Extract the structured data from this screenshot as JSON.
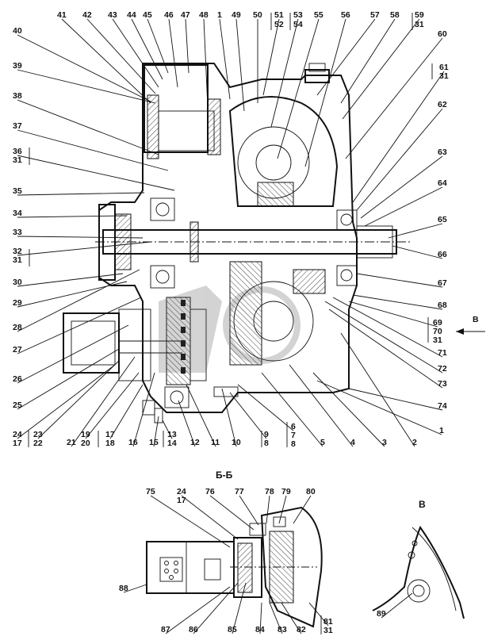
{
  "main_view": {
    "top_labels": [
      "41",
      "42",
      "43",
      "44",
      "45",
      "46",
      "47",
      "48",
      "1",
      "49",
      "50",
      "51",
      "52",
      "53",
      "54",
      "55",
      "56",
      "57",
      "58",
      "59",
      "31"
    ],
    "right_labels": [
      "60",
      "61",
      "31",
      "62",
      "63",
      "64",
      "65",
      "66",
      "67",
      "68",
      "69",
      "70",
      "31",
      "71",
      "72",
      "73",
      "74",
      "1"
    ],
    "left_labels": [
      "40",
      "39",
      "38",
      "37",
      "36",
      "31",
      "35",
      "34",
      "33",
      "32",
      "31",
      "30",
      "29",
      "28",
      "27",
      "26",
      "25"
    ],
    "bottom_labels": [
      "24",
      "17",
      "23",
      "22",
      "21",
      "19",
      "20",
      "17",
      "18",
      "16",
      "15",
      "13",
      "14",
      "12",
      "11",
      "10",
      "9",
      "8",
      "6",
      "7",
      "8",
      "5",
      "4",
      "3",
      "2"
    ]
  },
  "view_marker": "B",
  "section_b": {
    "title": "Б-Б",
    "labels": [
      "75",
      "24",
      "17",
      "76",
      "77",
      "78",
      "79",
      "80",
      "88",
      "87",
      "86",
      "85",
      "84",
      "83",
      "82",
      "81",
      "31"
    ]
  },
  "view_b": {
    "title": "B",
    "labels": [
      "89"
    ]
  }
}
